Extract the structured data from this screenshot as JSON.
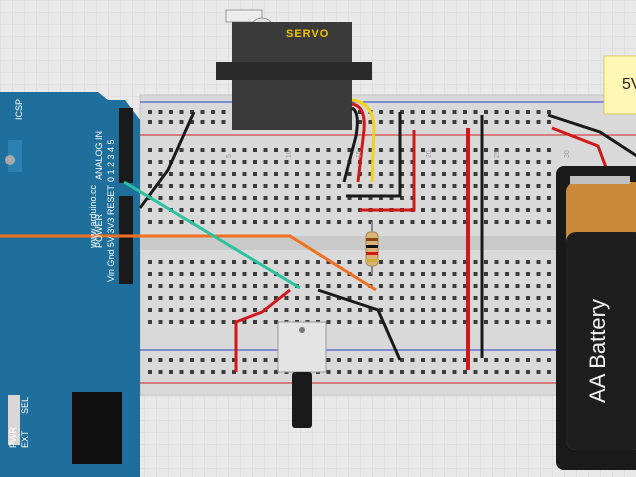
{
  "arduino": {
    "website": "www.arduino.cc",
    "icsp": "ICSP",
    "analog_in": "ANALOG IN",
    "analog_pins": "0 1 2 3 4 5",
    "power": "POWER",
    "power_pins": "Vin Gnd 5V 3V3 RESET",
    "pwr": "PWR",
    "sel": "SEL",
    "ext": "EXT"
  },
  "servo": {
    "brand": "SERVO"
  },
  "breadboard": {
    "column_numbers": [
      "5",
      "10",
      "15",
      "20",
      "25",
      "30"
    ]
  },
  "note": {
    "text": "5V"
  },
  "battery": {
    "label": "AA Battery"
  },
  "colors": {
    "arduino_blue": "#1f6f9c",
    "breadboard": "#d9d9d9",
    "wire_red": "#d01818",
    "wire_black": "#1a1a1a",
    "wire_orange": "#f07020",
    "wire_teal": "#2bc2a0",
    "wire_yellow": "#f2d21a",
    "battery_copper": "#c98a3a"
  }
}
